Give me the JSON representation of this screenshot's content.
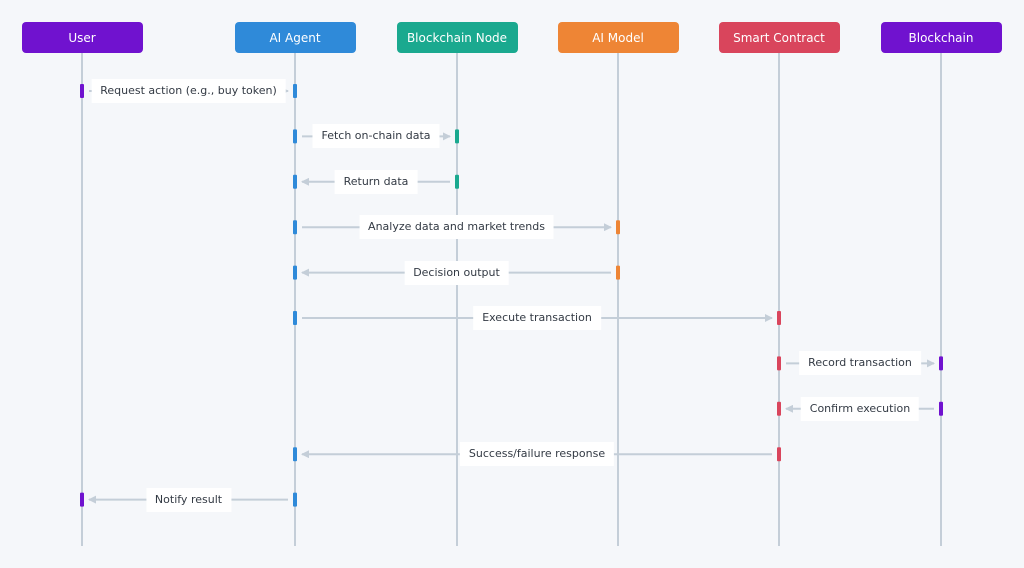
{
  "actors": [
    {
      "id": "user",
      "label": "User",
      "color": "#7012cf"
    },
    {
      "id": "agent",
      "label": "AI Agent",
      "color": "#2f8ad9"
    },
    {
      "id": "node",
      "label": "Blockchain Node",
      "color": "#1aa98f"
    },
    {
      "id": "model",
      "label": "AI Model",
      "color": "#ee8535"
    },
    {
      "id": "contract",
      "label": "Smart Contract",
      "color": "#d9455c"
    },
    {
      "id": "chain",
      "label": "Blockchain",
      "color": "#7012cf"
    }
  ],
  "messages": [
    {
      "from": "user",
      "to": "agent",
      "label": "Request action (e.g., buy token)"
    },
    {
      "from": "agent",
      "to": "node",
      "label": "Fetch on-chain data"
    },
    {
      "from": "node",
      "to": "agent",
      "label": "Return data"
    },
    {
      "from": "agent",
      "to": "model",
      "label": "Analyze data and market trends"
    },
    {
      "from": "model",
      "to": "agent",
      "label": "Decision output"
    },
    {
      "from": "agent",
      "to": "contract",
      "label": "Execute transaction"
    },
    {
      "from": "contract",
      "to": "chain",
      "label": "Record transaction"
    },
    {
      "from": "chain",
      "to": "contract",
      "label": "Confirm execution"
    },
    {
      "from": "contract",
      "to": "agent",
      "label": "Success/failure response"
    },
    {
      "from": "agent",
      "to": "user",
      "label": "Notify result"
    }
  ],
  "style": {
    "lifeline_color": "#c4ced8",
    "arrow_color": "#c4ced8",
    "label_text_color": "#333a44",
    "background": "#f5f7fa"
  }
}
